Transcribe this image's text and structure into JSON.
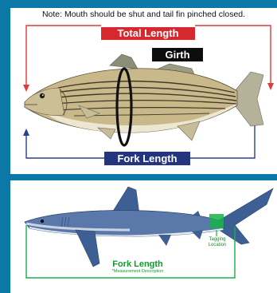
{
  "top_panel": {
    "note": "Note: Mouth should be shut and tail fin pinched closed.",
    "total_length_label": "Total Length",
    "girth_label": "Girth",
    "fork_length_label": "Fork Length",
    "colors": {
      "total_length": "#e03a3a",
      "girth": "#111111",
      "fork_length": "#2b3e8e"
    }
  },
  "bottom_panel": {
    "tagging_location_label": "Tagging Location",
    "fork_length_label": "Fork Length",
    "fork_length_sub": "*Measurement Description",
    "colors": {
      "fork_length": "#18b24a",
      "shark_body": "#4f6fa0"
    }
  }
}
